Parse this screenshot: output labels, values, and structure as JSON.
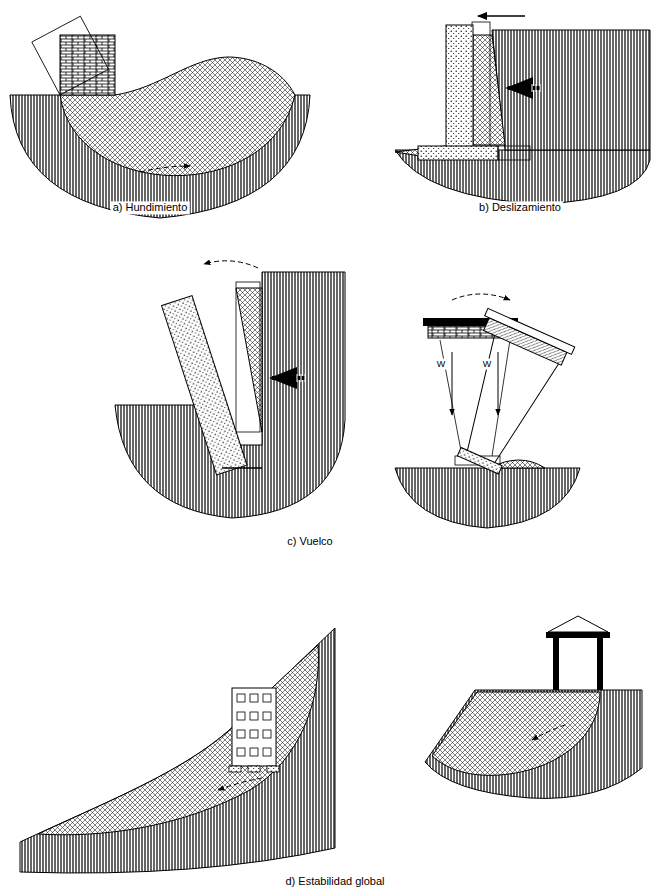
{
  "diagram": {
    "labels": [
      "a) Hundimiento",
      "b) Deslizamiento",
      "c) Vuelco",
      "W",
      "W",
      "d) Estabilidad global"
    ]
  }
}
